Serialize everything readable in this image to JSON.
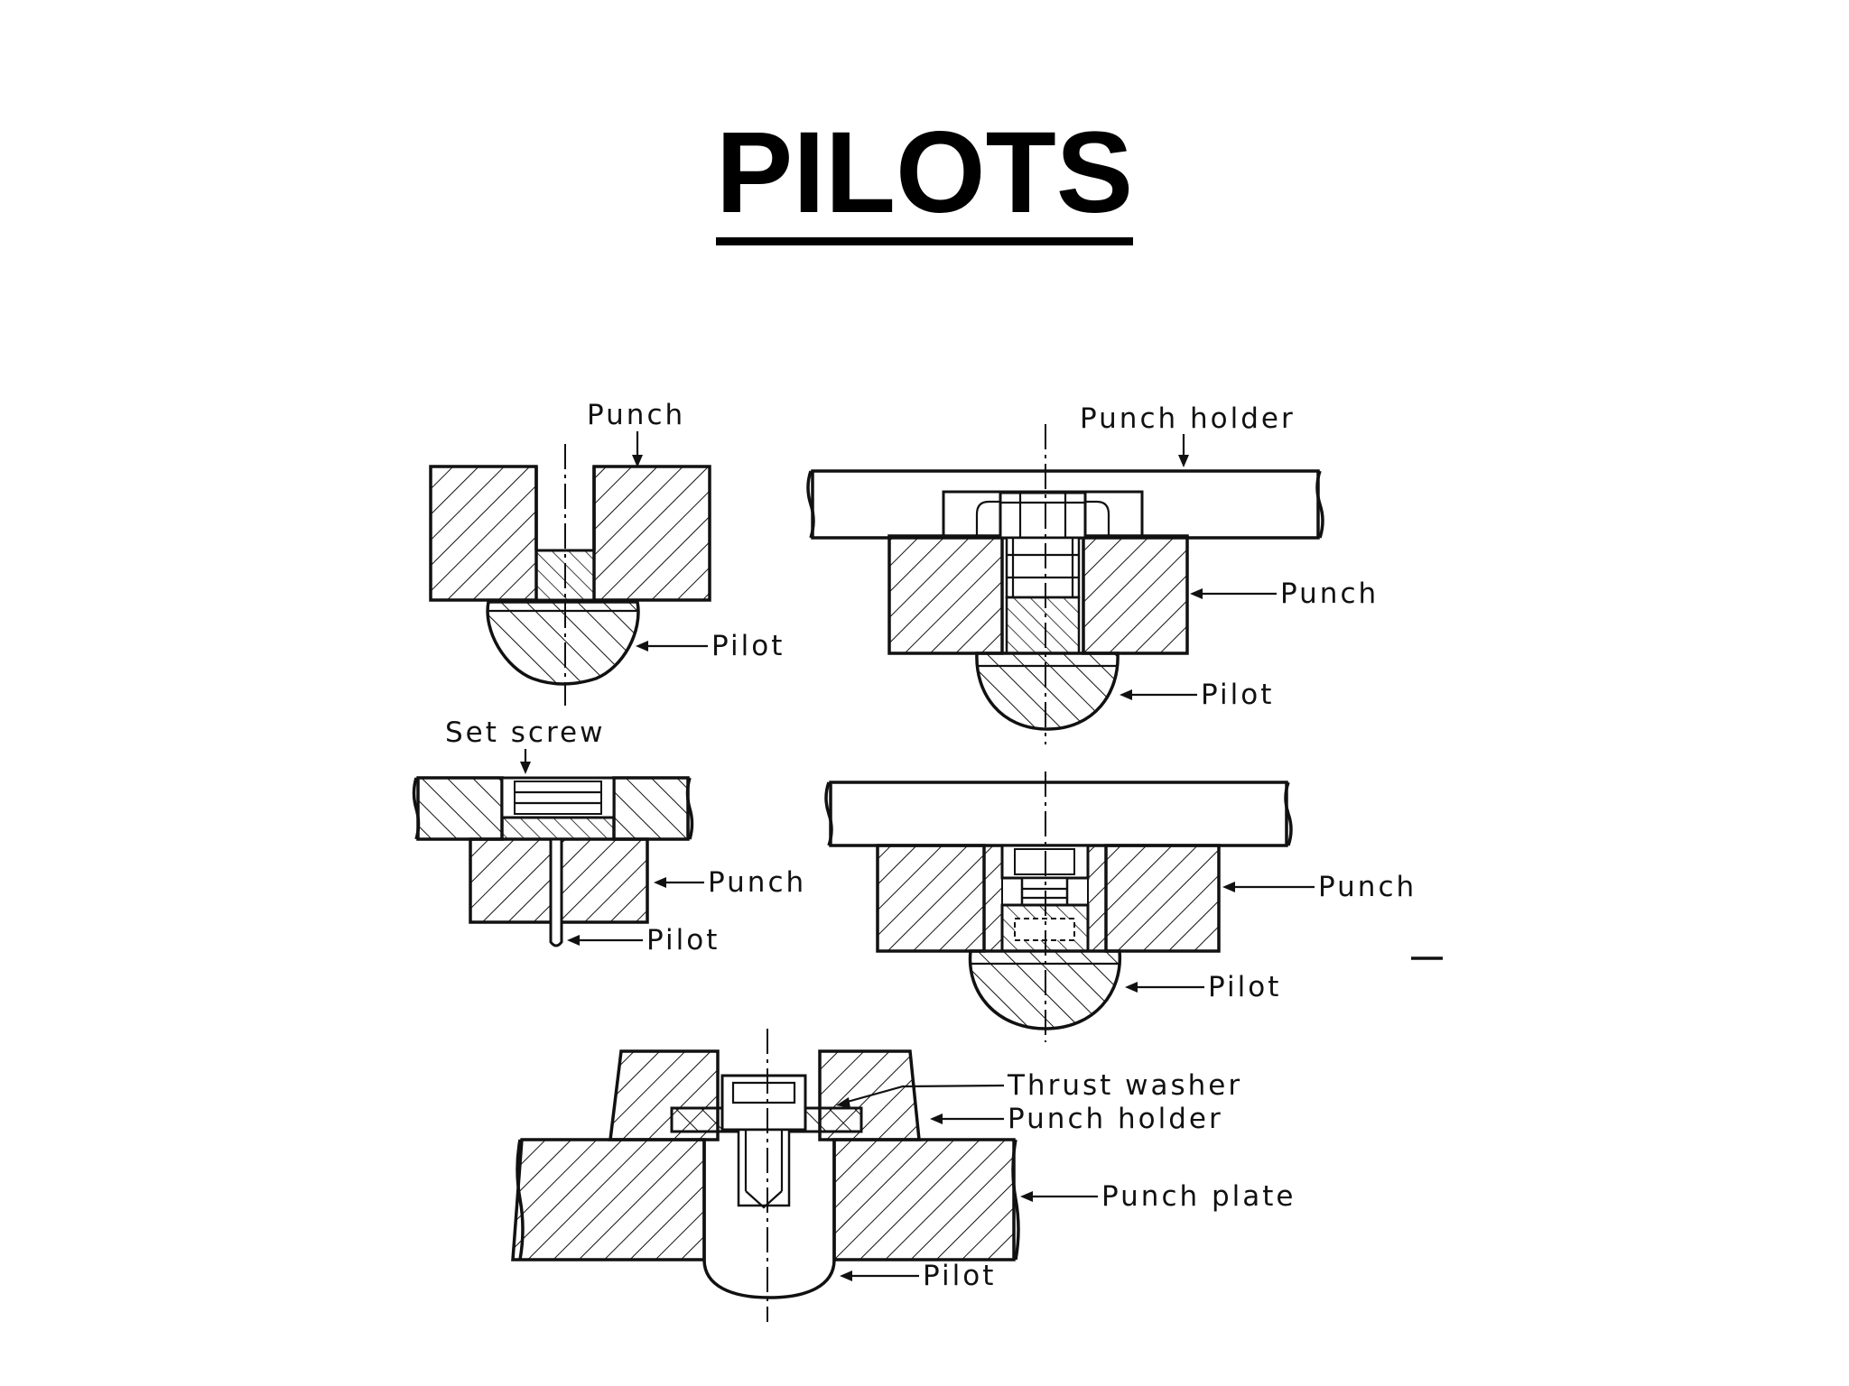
{
  "title": "PILOTS",
  "figures": {
    "fig1": {
      "punch": "Punch",
      "pilot": "Pilot"
    },
    "fig2": {
      "punch_holder": "Punch holder",
      "punch": "Punch",
      "pilot": "Pilot"
    },
    "fig3": {
      "set_screw": "Set screw",
      "punch": "Punch",
      "pilot": "Pilot"
    },
    "fig4": {
      "punch": "Punch",
      "pilot": "Pilot"
    },
    "fig5": {
      "thrust_washer": "Thrust washer",
      "punch_holder": "Punch holder",
      "punch_plate": "Punch plate",
      "pilot": "Pilot"
    }
  }
}
